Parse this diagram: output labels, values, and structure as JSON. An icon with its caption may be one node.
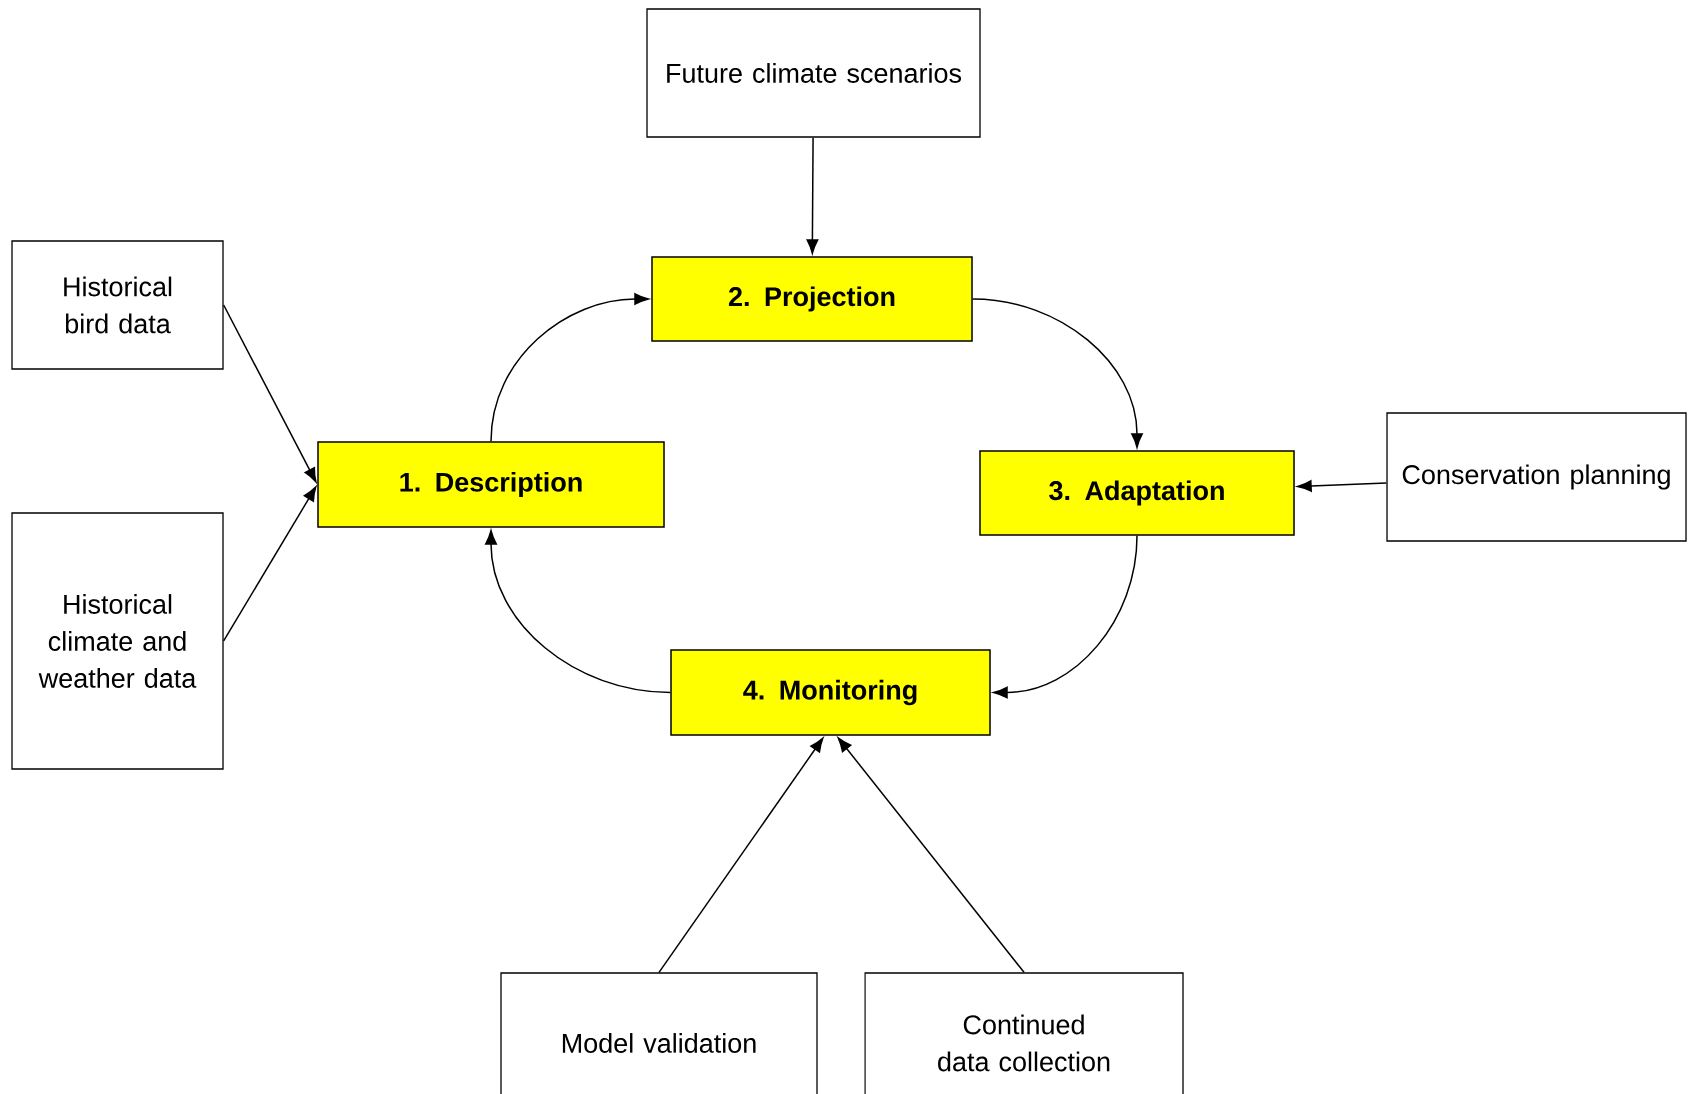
{
  "diagram": {
    "nodes": [
      {
        "text": [
          "Future climate scenarios"
        ]
      },
      {
        "text": [
          "Historical bird data"
        ]
      },
      {
        "text": [
          "2.  Projection"
        ]
      },
      {
        "text": [
          "1. Description"
        ]
      },
      {
        "text": [
          "3. Adaptation"
        ]
      },
      {
        "text": [
          "Conservation planning"
        ]
      },
      {
        "text": [
          "Historical climate and weather data"
        ]
      },
      {
        "text": [
          "4. Monitoring"
        ]
      },
      {
        "text": [
          "Model validation"
        ]
      },
      {
        "text": [
          "Continued data collection"
        ]
      }
    ],
    "edges": [
      {
        "from": 0,
        "to": 2,
        "arrow": "to"
      },
      {
        "from": 1,
        "to": 3,
        "arrow": "to"
      },
      {
        "from": 6,
        "to": 3,
        "arrow": "to"
      },
      {
        "from": 3,
        "to": 2,
        "arrow": "to"
      },
      {
        "from": 2,
        "to": 4,
        "arrow": "to"
      },
      {
        "from": 5,
        "to": 4,
        "arrow": "to"
      },
      {
        "from": 4,
        "to": 7,
        "arrow": "to"
      },
      {
        "from": 7,
        "to": 3,
        "arrow": "to"
      },
      {
        "from": 8,
        "to": 7,
        "arrow": "to"
      },
      {
        "from": 9,
        "to": 7,
        "arrow": "to"
      }
    ]
  }
}
